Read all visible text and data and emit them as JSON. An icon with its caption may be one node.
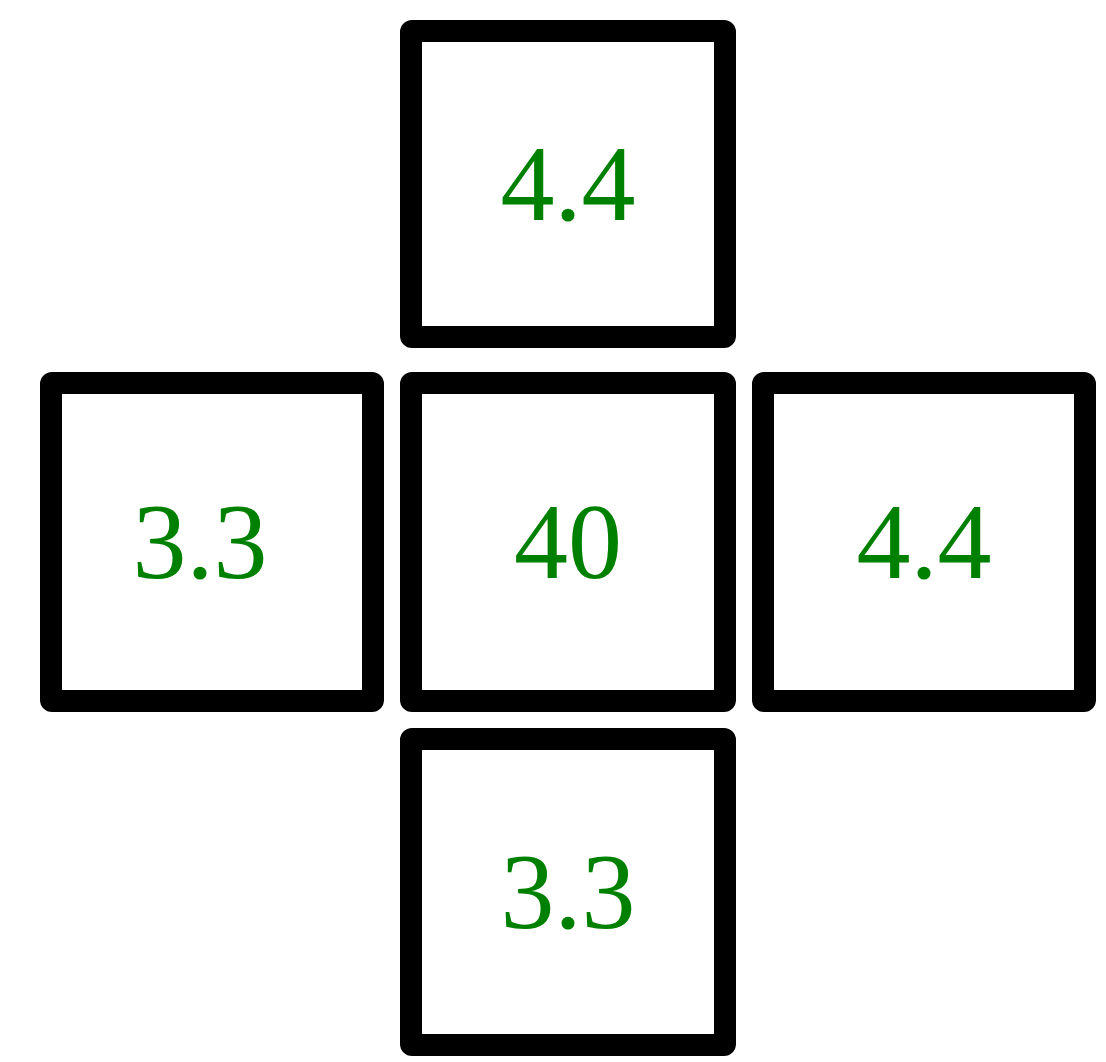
{
  "diagram": {
    "nodes": [
      {
        "text": [
          "4.4"
        ]
      },
      {
        "text": [
          "3.3"
        ]
      },
      {
        "text": [
          "40"
        ]
      },
      {
        "text": [
          "4.4"
        ]
      },
      {
        "text": [
          "3.3"
        ]
      }
    ]
  }
}
